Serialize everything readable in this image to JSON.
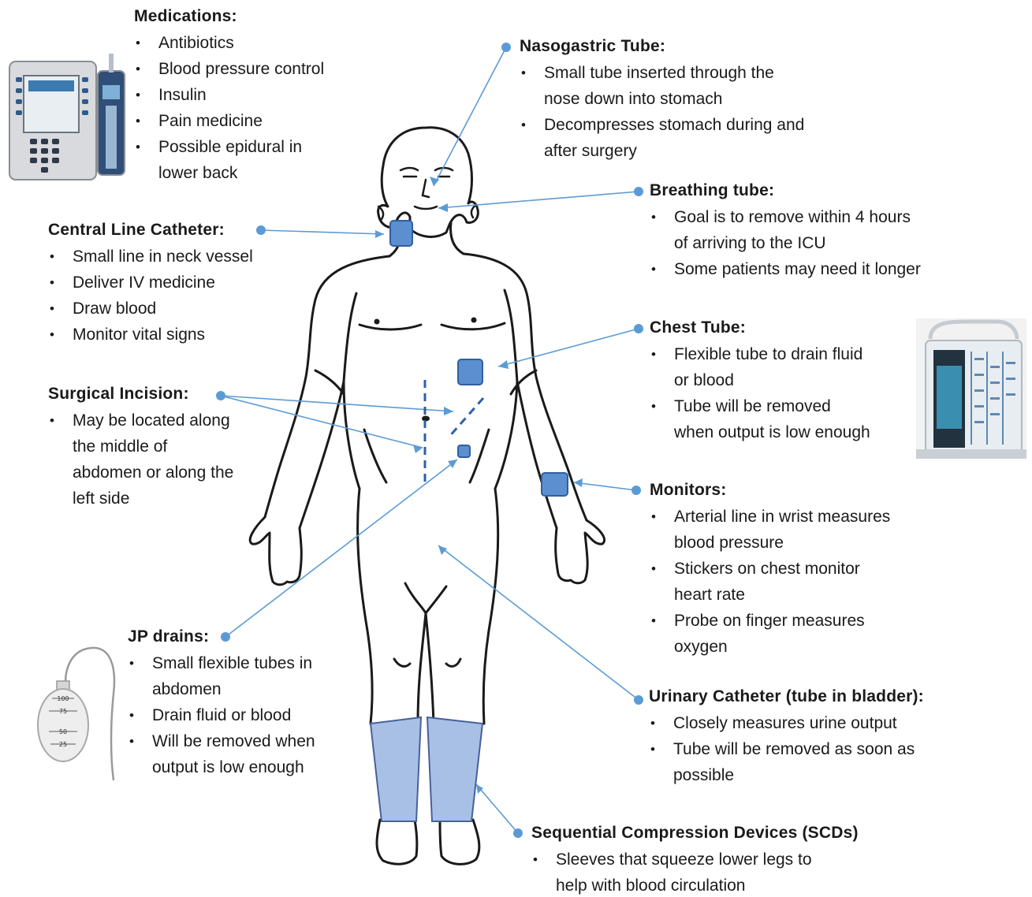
{
  "colors": {
    "accent": "#5b9bd5",
    "pad": "#5b8fd0",
    "sleeve": "#a9c0e6",
    "outline": "#1a1a1a"
  },
  "labels": {
    "medications": {
      "title": "Medications:",
      "items": [
        [
          "Antibiotics"
        ],
        [
          "Blood pressure control"
        ],
        [
          "Insulin"
        ],
        [
          "Pain medicine"
        ],
        [
          "Possible epidural in",
          "lower back"
        ]
      ]
    },
    "nasogastric": {
      "title": "Nasogastric Tube:",
      "items": [
        [
          "Small tube inserted through the",
          "nose down into stomach"
        ],
        [
          "Decompresses stomach during and",
          "after surgery"
        ]
      ]
    },
    "breathing": {
      "title": "Breathing tube:",
      "items": [
        [
          "Goal is to remove within 4 hours",
          "of arriving to the ICU"
        ],
        [
          "Some patients may need it longer"
        ]
      ]
    },
    "central_line": {
      "title": "Central Line Catheter:",
      "items": [
        [
          "Small line in neck vessel"
        ],
        [
          "Deliver IV medicine"
        ],
        [
          "Draw blood"
        ],
        [
          "Monitor vital signs"
        ]
      ]
    },
    "chest_tube": {
      "title": "Chest Tube:",
      "items": [
        [
          "Flexible tube to drain fluid",
          "or blood"
        ],
        [
          "Tube will be removed",
          "when output is low enough"
        ]
      ]
    },
    "surgical": {
      "title": "Surgical Incision:",
      "items": [
        [
          "May be located along",
          "the middle of",
          "abdomen or along the",
          "left side"
        ]
      ]
    },
    "monitors": {
      "title": "Monitors:",
      "items": [
        [
          "Arterial line in wrist measures",
          "blood pressure"
        ],
        [
          "Stickers on chest monitor",
          "heart rate"
        ],
        [
          "Probe on finger measures",
          "oxygen"
        ]
      ]
    },
    "jp_drains": {
      "title": "JP drains:",
      "items": [
        [
          "Small flexible tubes in",
          "abdomen"
        ],
        [
          "Drain fluid or blood"
        ],
        [
          "Will be removed when",
          "output is low enough"
        ]
      ]
    },
    "urinary": {
      "title": "Urinary Catheter (tube in bladder):",
      "items": [
        [
          "Closely measures urine output"
        ],
        [
          "Tube will be removed as soon as",
          "possible"
        ]
      ]
    },
    "scd": {
      "title": "Sequential Compression Devices (SCDs)",
      "items": [
        [
          "Sleeves that squeeze lower legs to",
          "help with blood circulation"
        ]
      ]
    }
  },
  "icons": [
    "infusion-pump-icon",
    "chest-drain-icon",
    "jp-drain-bulb-icon"
  ],
  "bulb_marks": [
    "100",
    "75",
    "50",
    "25"
  ]
}
